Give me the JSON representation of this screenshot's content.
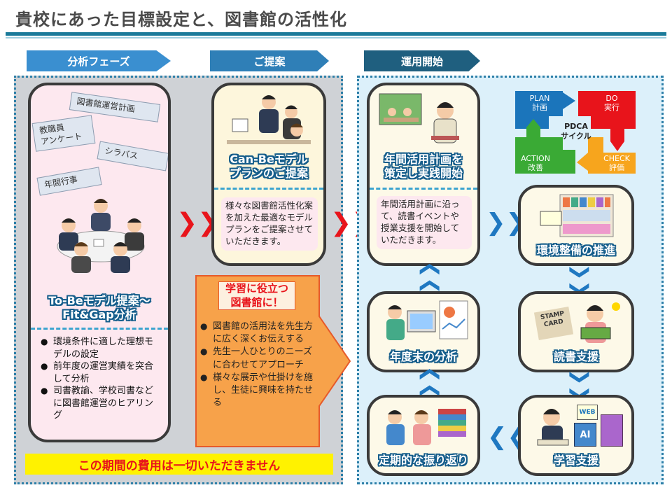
{
  "header": {
    "title": "貴校にあった目標設定と、図書館の活性化"
  },
  "phases": {
    "analysis": "分析フェーズ",
    "proposal": "ご提案",
    "start": "運用開始"
  },
  "analysis_card": {
    "notes": {
      "library_plan": "図書館運営計画",
      "staff_survey_line1": "教職員",
      "staff_survey_line2": "アンケート",
      "syllabus": "シラバス",
      "annual_events": "年間行事"
    },
    "title_line1": "To-Beモデル提案～",
    "title_line2": "Fit&Gap分析",
    "bullets": [
      "環境条件に適した理想モデルの設定",
      "前年度の運営実績を突合して分析",
      "司書教諭、学校司書などに図書館運営のヒアリング"
    ]
  },
  "proposal_card": {
    "title_line1": "Can-Beモデル",
    "title_line2": "プランのご提案",
    "body": "様々な図書館活性化案を加えた最適なモデルプランをご提案させていただきます。"
  },
  "orange_box": {
    "title_line1": "学習に役立つ",
    "title_line2": "図書館に！",
    "bullets": [
      "図書館の活用法を先生方に広く深くお伝えする",
      "先生一人ひとりのニーズに合わせてアプローチ",
      "様々な展示や仕掛けを施し、生徒に興味を持たせる"
    ]
  },
  "footer_banner": "この期間の費用は一切いただきません",
  "annual_plan_card": {
    "title_line1": "年間活用計画を",
    "title_line2": "策定し実践開始",
    "body": "年間活用計画に沿って、読書イベントや授業支援を開始していただきます。"
  },
  "pdca": {
    "center_line1": "PDCA",
    "center_line2": "サイクル",
    "plan": "PLAN",
    "plan_jp": "計画",
    "do": "DO",
    "do_jp": "実行",
    "check": "CHECK",
    "check_jp": "評価",
    "action": "ACTION",
    "action_jp": "改善",
    "colors": {
      "plan": "#1b75bb",
      "do": "#e8141b",
      "check": "#f7a51d",
      "action": "#3aaa35"
    }
  },
  "cycle_cards": {
    "environment": "環境整備の推進",
    "reading": "読書支援",
    "learning": "学習支援",
    "review": "定期的な振り返り",
    "year_end": "年度末の分析"
  },
  "icons": {
    "stamp_card_line1": "STAMP",
    "stamp_card_line2": "CARD",
    "web": "WEB",
    "ai": "AI"
  },
  "colors": {
    "phase_blue": "#2f86c6",
    "phase_dark": "#1f5f7f",
    "title_outline": "#155d8b",
    "banner_yellow": "#fff200",
    "banner_text": "#e8141b",
    "orange": "#f7a24a",
    "chevron_red": "#e8141b",
    "chevron_blue": "#1f78c1"
  }
}
